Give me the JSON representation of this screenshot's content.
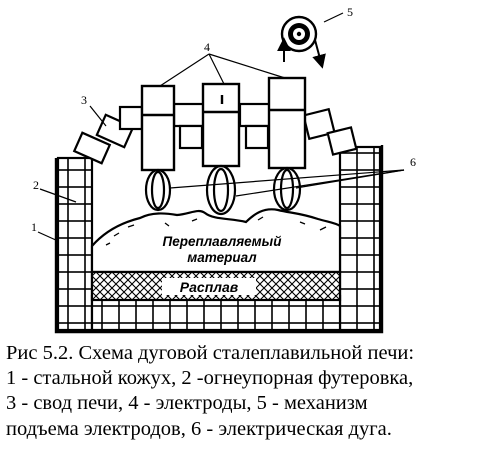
{
  "diagram": {
    "callouts": [
      "1",
      "2",
      "3",
      "4",
      "5",
      "6"
    ],
    "material_text_line1": "Переплавляемый",
    "material_text_line2": "материал",
    "melt_text": "Расплав"
  },
  "caption": {
    "line1": "Рис 5.2. Схема дуговой сталеплавильной печи:",
    "line2": "1 - стальной кожух, 2 -огнеупорная футеровка,",
    "line3": "3 - свод печи, 4 - электроды, 5 - механизм",
    "line4": "подъема электродов, 6 - электрическая дуга."
  }
}
